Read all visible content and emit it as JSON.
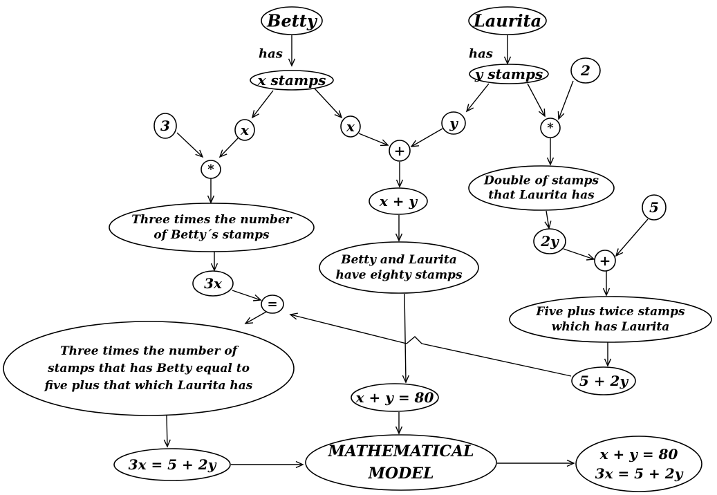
{
  "diagram": {
    "nodes": {
      "betty": [
        "Betty"
      ],
      "laurita": [
        "Laurita"
      ],
      "x_stamps": [
        "x stamps"
      ],
      "y_stamps": [
        "y stamps"
      ],
      "three": [
        "3"
      ],
      "two": [
        "2"
      ],
      "x_left": [
        "x"
      ],
      "x_mid": [
        "x"
      ],
      "y_mid": [
        "y"
      ],
      "mult_left": [
        "*"
      ],
      "plus_mid": [
        "+"
      ],
      "mult_right": [
        "*"
      ],
      "x_plus_y": [
        "x + y"
      ],
      "three_times": [
        "Three times the number",
        "of Betty´s stamps"
      ],
      "betty_laurita": [
        "Betty and Laurita",
        "have eighty stamps"
      ],
      "double": [
        "Double of stamps",
        "that Laurita has"
      ],
      "five": [
        "5"
      ],
      "two_y": [
        "2y"
      ],
      "plus_right": [
        "+"
      ],
      "three_x": [
        "3x"
      ],
      "equals": [
        "="
      ],
      "five_plus_twice": [
        "Five plus twice stamps",
        "which has Laurita"
      ],
      "three_times_equal": [
        "Three times the number of",
        "stamps that has Betty equal to",
        "five plus that which Laurita has"
      ],
      "five_plus_two_y": [
        "5 + 2y"
      ],
      "eq_80": [
        "x + y = 80"
      ],
      "eq_3x": [
        "3x = 5 + 2y"
      ],
      "math_model": [
        "MATHEMATICAL",
        "MODEL"
      ],
      "system": [
        "x +  y = 80",
        "3x = 5 + 2y"
      ]
    },
    "edge_labels": {
      "betty_has": "has",
      "laurita_has": "has"
    }
  }
}
